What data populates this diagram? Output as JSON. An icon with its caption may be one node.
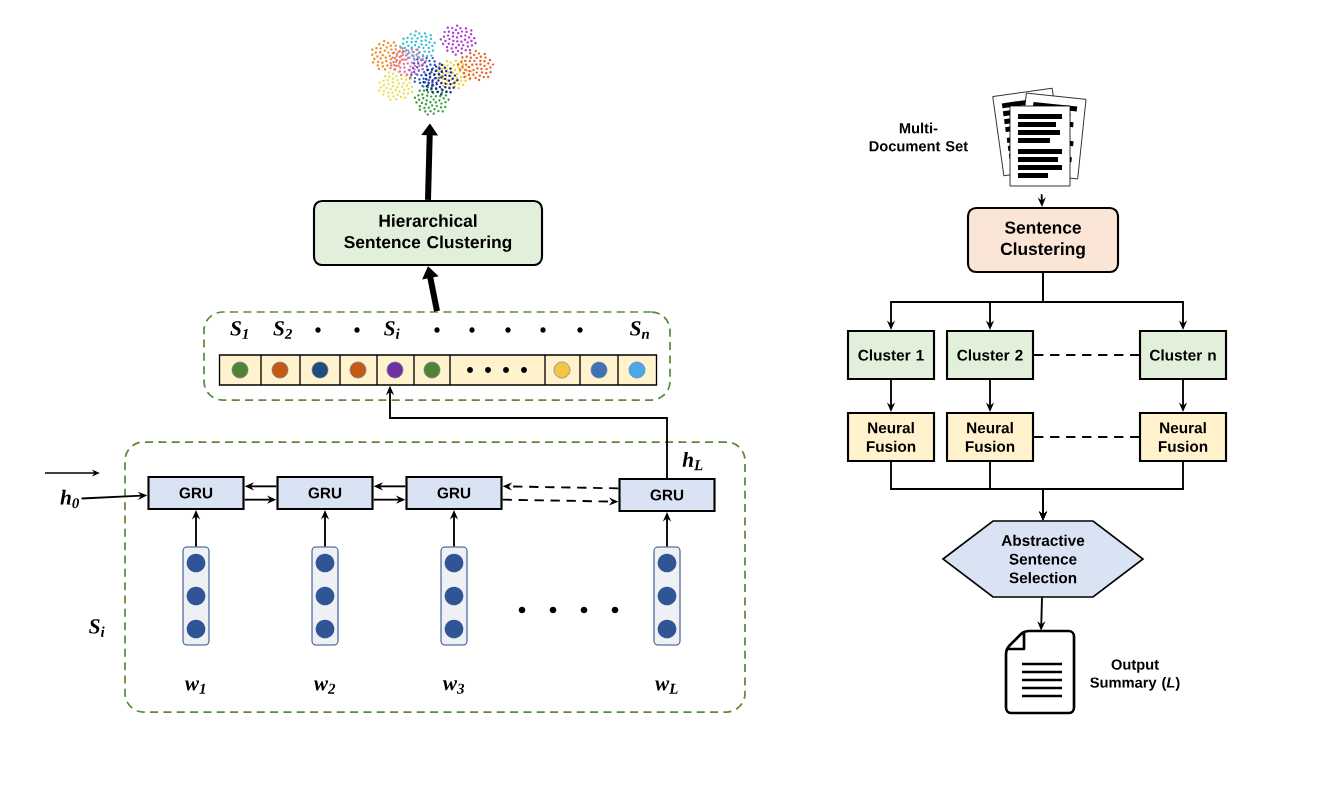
{
  "diagram": {
    "nodes": [
      {
        "text": [],
        "shape": "picture"
      },
      {
        "text": [
          "Hierarchical Sentence Clustering"
        ]
      },
      {
        "text": [],
        "shape": "box"
      },
      {
        "text": [],
        "shape": "bar",
        "in": 2
      },
      {
        "text": [],
        "shape": "box"
      },
      {
        "text": [
          "h$_{0}$"
        ]
      },
      {
        "text": [
          "GRU"
        ],
        "in": 4
      },
      {
        "text": [
          "GRU"
        ],
        "in": 4
      },
      {
        "text": [
          "GRU"
        ],
        "in": 4
      },
      {
        "text": [
          "GRU"
        ],
        "in": 4
      },
      {
        "text": [],
        "shape": "bar",
        "in": 4
      },
      {
        "text": [],
        "shape": "bar",
        "in": 4
      },
      {
        "text": [],
        "shape": "bar",
        "in": 4
      },
      {
        "text": [],
        "shape": "bar",
        "in": 4
      },
      {
        "text": [],
        "shape": "picture",
        "beside": [
          "Multi-Document Set"
        ]
      },
      {
        "text": [
          "Sentence Clustering"
        ]
      },
      {
        "text": [
          "Cluster 1"
        ]
      },
      {
        "text": [
          "Cluster 2"
        ]
      },
      {
        "text": [
          "Cluster n"
        ]
      },
      {
        "text": [
          "Neural Fusion"
        ]
      },
      {
        "text": [
          "Neural Fusion"
        ]
      },
      {
        "text": [
          "Neural Fusion"
        ]
      },
      {
        "text": [
          "Abstractive Sentence Selection"
        ]
      },
      {
        "text": [],
        "shape": "picture",
        "beside": [
          "Output Summary (*L*)"
        ]
      }
    ],
    "edges": [
      {
        "from": 1,
        "to": 0,
        "arrow": "to",
        "style": "thick"
      },
      {
        "from": 2,
        "to": 1,
        "arrow": "to",
        "style": "thick"
      },
      {
        "from": 9,
        "to": 3,
        "arrow": "to",
        "label": "h$_{L}$"
      },
      {
        "from": 5,
        "to": 6,
        "arrow": "to"
      },
      {
        "from": 6,
        "to": 7,
        "arrow": "to"
      },
      {
        "from": 7,
        "to": 6,
        "arrow": "to"
      },
      {
        "from": 7,
        "to": 8,
        "arrow": "to"
      },
      {
        "from": 8,
        "to": 7,
        "arrow": "to"
      },
      {
        "from": 8,
        "to": 9,
        "arrow": "to",
        "style": "dashed"
      },
      {
        "from": 9,
        "to": 8,
        "arrow": "to",
        "style": "dashed"
      },
      {
        "from": 10,
        "to": 6,
        "arrow": "to"
      },
      {
        "from": 11,
        "to": 7,
        "arrow": "to"
      },
      {
        "from": 12,
        "to": 8,
        "arrow": "to"
      },
      {
        "from": 13,
        "to": 9,
        "arrow": "to"
      },
      {
        "from": 14,
        "to": 15,
        "arrow": "to"
      },
      {
        "from": 15,
        "to": 16,
        "arrow": "to"
      },
      {
        "from": 15,
        "to": 17,
        "arrow": "to"
      },
      {
        "from": 15,
        "to": 18,
        "arrow": "to"
      },
      {
        "from": 17,
        "to": 18,
        "arrow": "none",
        "style": "dashed"
      },
      {
        "from": 16,
        "to": 19,
        "arrow": "to"
      },
      {
        "from": 17,
        "to": 20,
        "arrow": "to"
      },
      {
        "from": 18,
        "to": 21,
        "arrow": "to"
      },
      {
        "from": 20,
        "to": 21,
        "arrow": "none",
        "style": "dashed"
      },
      {
        "from": 19,
        "to": 22,
        "arrow": "to"
      },
      {
        "from": 20,
        "to": 22,
        "arrow": "to"
      },
      {
        "from": 21,
        "to": 22,
        "arrow": "to"
      },
      {
        "from": 22,
        "to": 23,
        "arrow": "to"
      }
    ],
    "labels": [
      "S$_{1}$",
      "S$_{2}$",
      "S$_{i}$",
      "S$_{n}$",
      "w$_{1}$",
      "w$_{2}$",
      "w$_{3}$",
      "w$_{L}$",
      "S$_{i}$"
    ]
  }
}
